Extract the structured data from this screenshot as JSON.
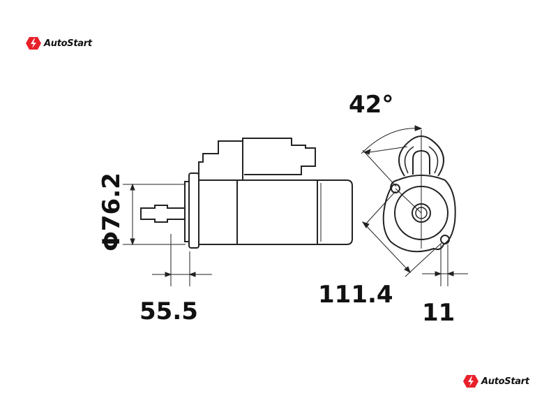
{
  "brand": {
    "name": "AutoStart",
    "color": "#e8202a"
  },
  "dimensions": {
    "angle": "42°",
    "diameter": "Φ76.2",
    "flange_offset": "55.5",
    "mount_distance": "111.4",
    "hole_offset": "11"
  }
}
